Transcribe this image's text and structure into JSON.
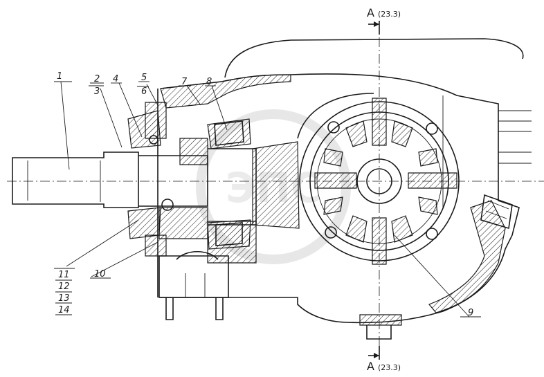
{
  "section": {
    "top_letter": "A",
    "top_ref": "(23.3)",
    "bottom_letter": "A",
    "bottom_ref": "(23.3)"
  },
  "callouts": [
    {
      "id": "1",
      "text": "1"
    },
    {
      "id": "2",
      "text": "2"
    },
    {
      "id": "3",
      "text": "3"
    },
    {
      "id": "4",
      "text": "4"
    },
    {
      "id": "5",
      "text": "5"
    },
    {
      "id": "6",
      "text": "6"
    },
    {
      "id": "7",
      "text": "7"
    },
    {
      "id": "8",
      "text": "8"
    },
    {
      "id": "9",
      "text": "9"
    },
    {
      "id": "10",
      "text": "10"
    },
    {
      "id": "11",
      "text": "11"
    },
    {
      "id": "12",
      "text": "12"
    },
    {
      "id": "13",
      "text": "13"
    },
    {
      "id": "14",
      "text": "14"
    }
  ],
  "watermark": "ЭПС"
}
